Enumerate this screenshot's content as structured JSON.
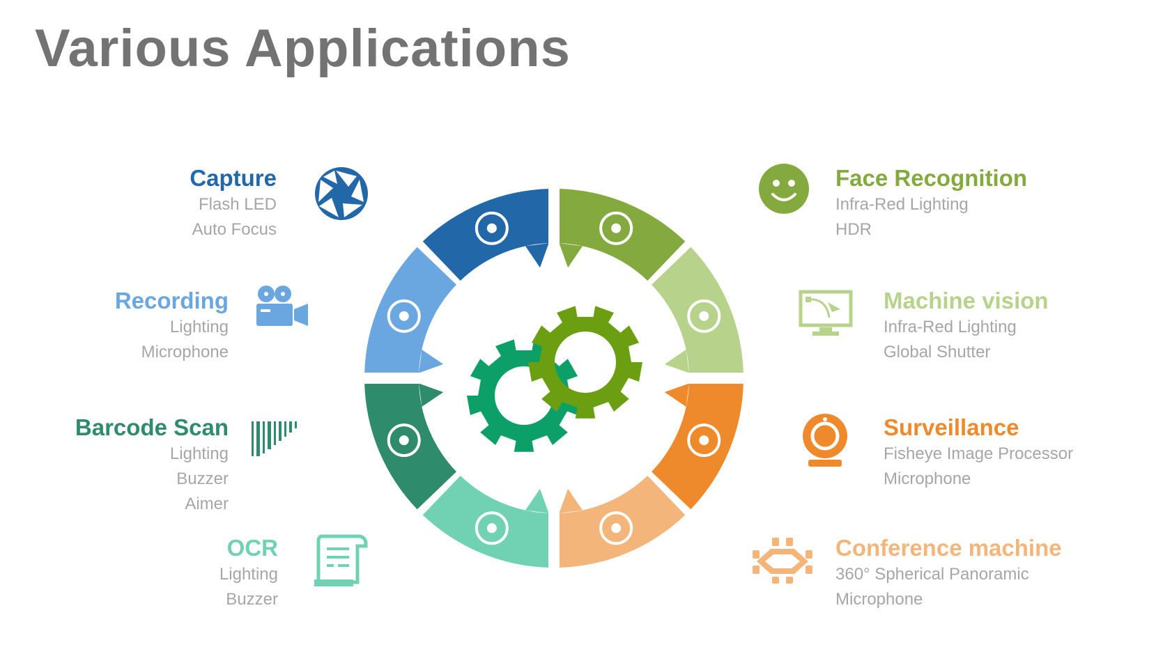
{
  "title": "Various Applications",
  "colors": {
    "capture": "#2268a9",
    "recording": "#6aa7e0",
    "barcode": "#2e8b6c",
    "ocr": "#70d2b2",
    "face": "#84a93e",
    "machine": "#b7d38b",
    "surveillance": "#ee8a2c",
    "conference": "#f4b57b",
    "gear_back": "#0ca068",
    "gear_front": "#6b9f11"
  },
  "applications": {
    "capture": {
      "name": "Capture",
      "features": [
        "Flash LED",
        "Auto Focus"
      ],
      "icon": "aperture-icon"
    },
    "recording": {
      "name": "Recording",
      "features": [
        "Lighting",
        "Microphone"
      ],
      "icon": "video-camera-icon"
    },
    "barcode": {
      "name": "Barcode Scan",
      "features": [
        "Lighting",
        "Buzzer",
        "Aimer"
      ],
      "icon": "barcode-icon"
    },
    "ocr": {
      "name": "OCR",
      "features": [
        "Lighting",
        "Buzzer"
      ],
      "icon": "document-scroll-icon"
    },
    "face": {
      "name": "Face Recognition",
      "features": [
        "Infra-Red Lighting",
        "HDR"
      ],
      "icon": "smiley-face-icon"
    },
    "machine": {
      "name": "Machine vision",
      "features": [
        "Infra-Red Lighting",
        "Global Shutter"
      ],
      "icon": "monitor-curve-icon"
    },
    "surveillance": {
      "name": "Surveillance",
      "features": [
        "Fisheye Image Processor",
        "Microphone"
      ],
      "icon": "webcam-icon"
    },
    "conference": {
      "name": "Conference machine",
      "features": [
        "360° Spherical Panoramic",
        "Microphone"
      ],
      "icon": "conference-table-icon"
    }
  }
}
